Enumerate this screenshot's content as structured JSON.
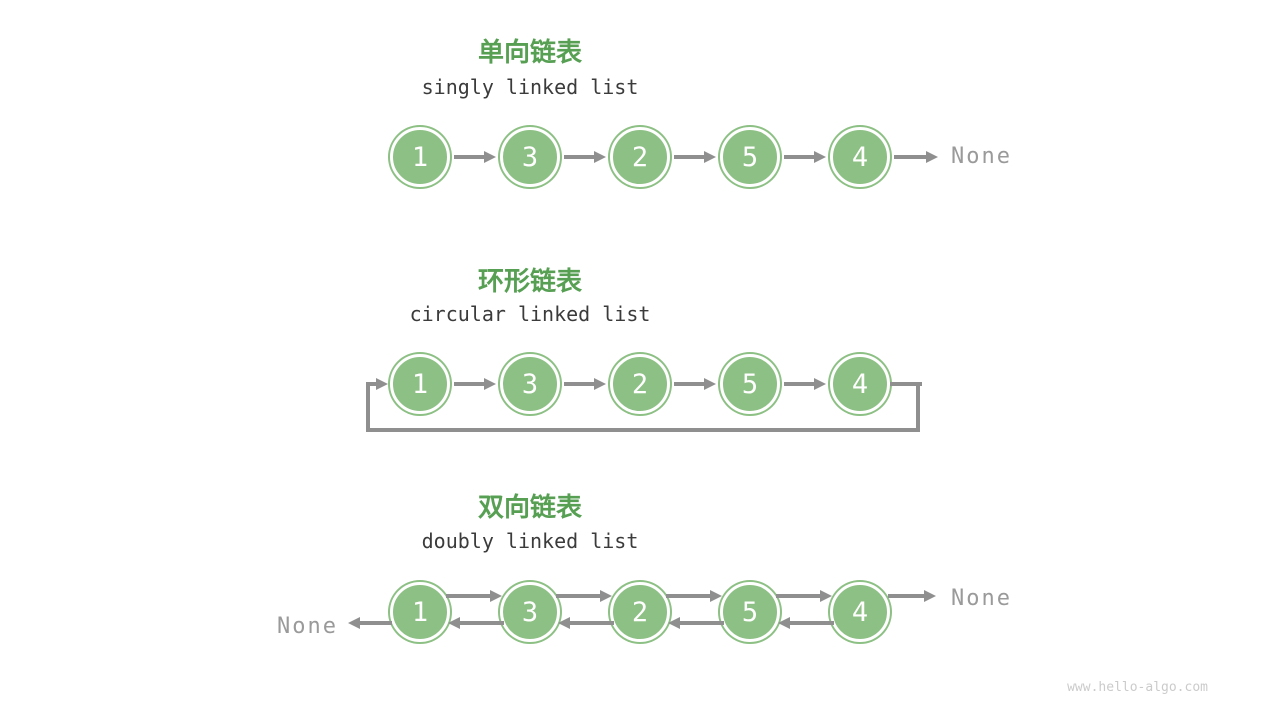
{
  "watermark": "www.hello-algo.com",
  "colors": {
    "node_green": "#8dc084",
    "title_green": "#57a053",
    "arrow_gray": "#8f8f8f",
    "subtitle_dark": "#3b3b3b",
    "none_gray": "#9a9a9a",
    "watermark_gray": "#cbcbcb"
  },
  "sections": [
    {
      "type": "singly",
      "title": "单向链表",
      "subtitle": "singly linked list",
      "nodes": [
        "1",
        "3",
        "2",
        "5",
        "4"
      ],
      "tail_label": "None"
    },
    {
      "type": "circular",
      "title": "环形链表",
      "subtitle": "circular linked list",
      "nodes": [
        "1",
        "3",
        "2",
        "5",
        "4"
      ]
    },
    {
      "type": "doubly",
      "title": "双向链表",
      "subtitle": "doubly linked list",
      "nodes": [
        "1",
        "3",
        "2",
        "5",
        "4"
      ],
      "head_label": "None",
      "tail_label": "None"
    }
  ]
}
